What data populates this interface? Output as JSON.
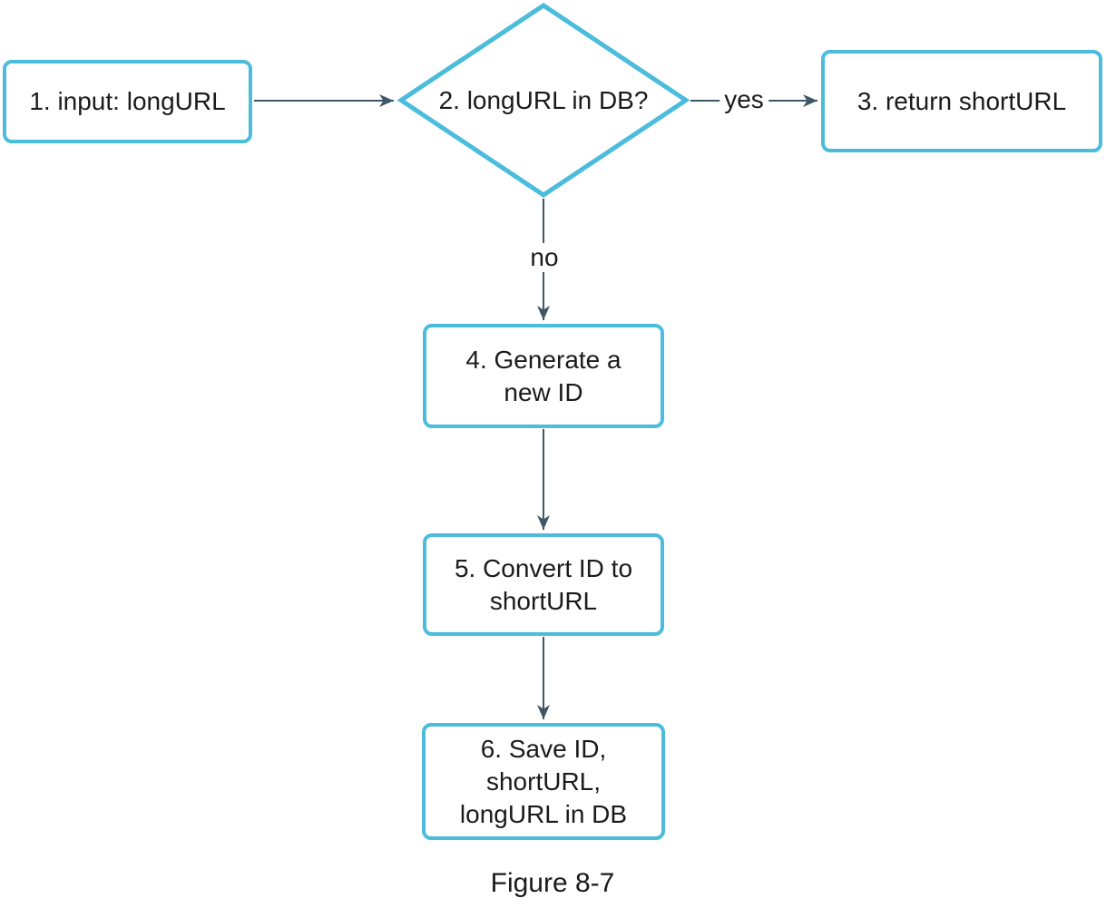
{
  "figure": {
    "caption": "Figure 8-7"
  },
  "colors": {
    "shape_border": "#4bbcdc",
    "arrow": "#3f5767",
    "text_color": "#1b1b1b"
  },
  "nodes": {
    "input": {
      "label": "1. input: longURL",
      "shape": "rounded-rectangle"
    },
    "decision": {
      "label": "2. longURL in DB?",
      "shape": "diamond"
    },
    "return_short": {
      "label": "3. return shortURL",
      "shape": "rounded-rectangle"
    },
    "generate_id": {
      "label": "4. Generate a\nnew ID",
      "shape": "rounded-rectangle"
    },
    "convert_id": {
      "label": "5. Convert ID to\nshortURL",
      "shape": "rounded-rectangle"
    },
    "save_db": {
      "label": "6. Save ID,\nshortURL,\nlongURL in DB",
      "shape": "rounded-rectangle"
    }
  },
  "edges": {
    "yes_label": "yes",
    "no_label": "no"
  }
}
